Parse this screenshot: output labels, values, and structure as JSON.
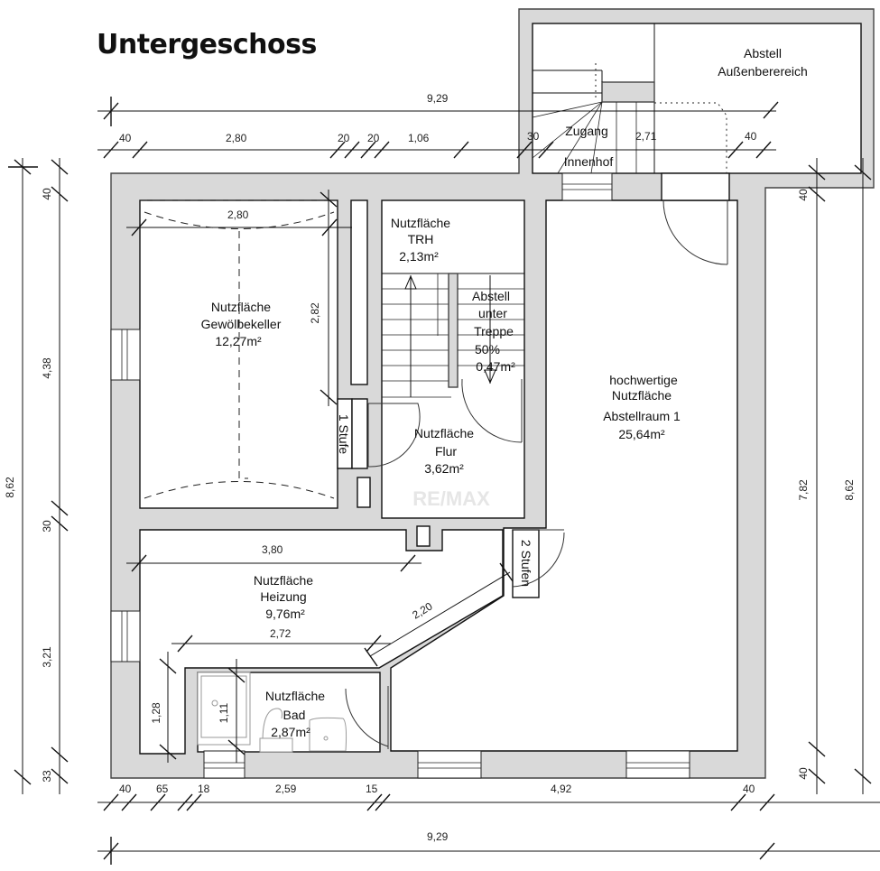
{
  "title": "Untergeschoss",
  "watermark": "RE/MAX",
  "rooms": {
    "gewoelbekeller": {
      "line1": "Nutzfläche",
      "line2": "Gewölbekeller",
      "area": "12,27m²"
    },
    "trh": {
      "line1": "Nutzfläche",
      "line2": "TRH",
      "area": "2,13m²"
    },
    "abstell_treppe": {
      "line1": "Abstell",
      "line2": "unter",
      "line3": "Treppe",
      "line4": "50%",
      "area": "0,47m²"
    },
    "flur": {
      "line1": "Nutzfläche",
      "line2": "Flur",
      "area": "3,62m²"
    },
    "abstellraum": {
      "line1": "hochwertige",
      "line2": "Nutzfläche",
      "line3": "Abstellraum 1",
      "area": "25,64m²"
    },
    "heizung": {
      "line1": "Nutzfläche",
      "line2": "Heizung",
      "area": "9,76m²"
    },
    "bad": {
      "line1": "Nutzfläche",
      "line2": "Bad",
      "area": "2,87m²"
    },
    "zugang": {
      "line1": "Zugang",
      "line2": "Innenhof"
    },
    "aussen": {
      "line1": "Abstell",
      "line2": "Außenberereich"
    }
  },
  "steps": {
    "one": "1 Stufe",
    "two": "2 Stufen"
  },
  "dimensions": {
    "top_total": "9,29",
    "top_segments": [
      "40",
      "2,80",
      "20",
      "20",
      "1,06",
      "30",
      "2,71",
      "40"
    ],
    "bottom_total": "9,29",
    "bottom_segments": [
      "40",
      "65",
      "18",
      "2,59",
      "15",
      "4,92",
      "40"
    ],
    "left_total": "8,62",
    "left_segments": [
      "40",
      "4,38",
      "30",
      "3,21",
      "33"
    ],
    "right_inner": [
      "40",
      "7,82",
      "40"
    ],
    "right_total": "8,62",
    "interior": {
      "keller_width": "2,80",
      "keller_height": "2,82",
      "heizung_width": "3,80",
      "bad_width": "2,72",
      "diagonal": "2,20",
      "bad_height_outer": "1,28",
      "bad_height_inner": "1,11"
    }
  }
}
